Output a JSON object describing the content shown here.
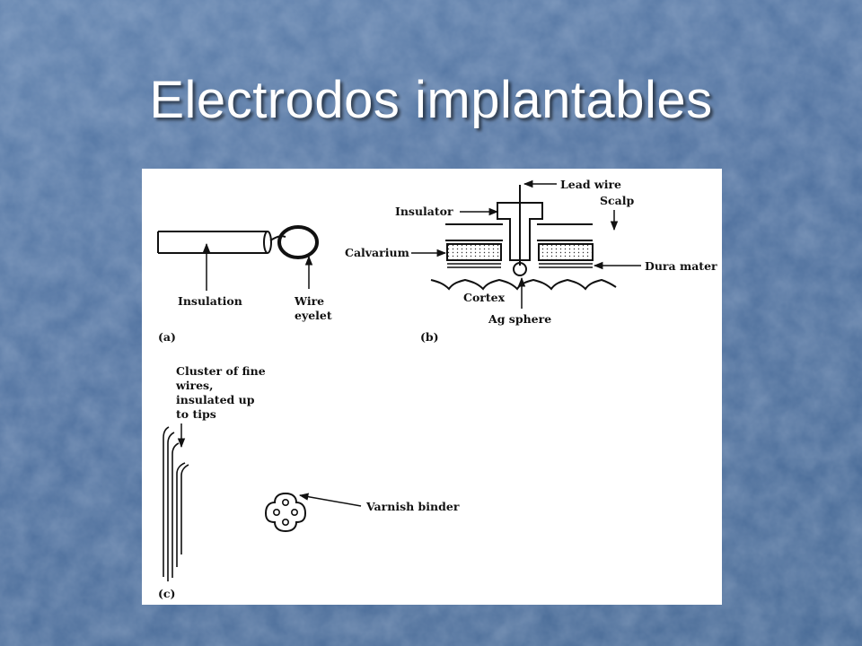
{
  "slide": {
    "title": "Electrodos implantables",
    "colors": {
      "background": "#4d6f9d",
      "title_text": "#ffffff",
      "figure_background": "#ffffff",
      "ink": "#111111"
    }
  },
  "figure": {
    "panel_a": {
      "tag": "(a)",
      "insulation": "Insulation",
      "wire_line1": "Wire",
      "wire_line2": "eyelet"
    },
    "panel_b": {
      "tag": "(b)",
      "lead_wire": "Lead wire",
      "insulator": "Insulator",
      "scalp": "Scalp",
      "calvarium": "Calvarium",
      "dura_mater": "Dura mater",
      "cortex": "Cortex",
      "ag_sphere": "Ag sphere"
    },
    "panel_c": {
      "tag": "(c)",
      "cluster_line1": "Cluster of fine",
      "cluster_line2": "wires,",
      "cluster_line3": "insulated up",
      "cluster_line4": "to tips",
      "varnish_binder": "Varnish binder"
    }
  }
}
